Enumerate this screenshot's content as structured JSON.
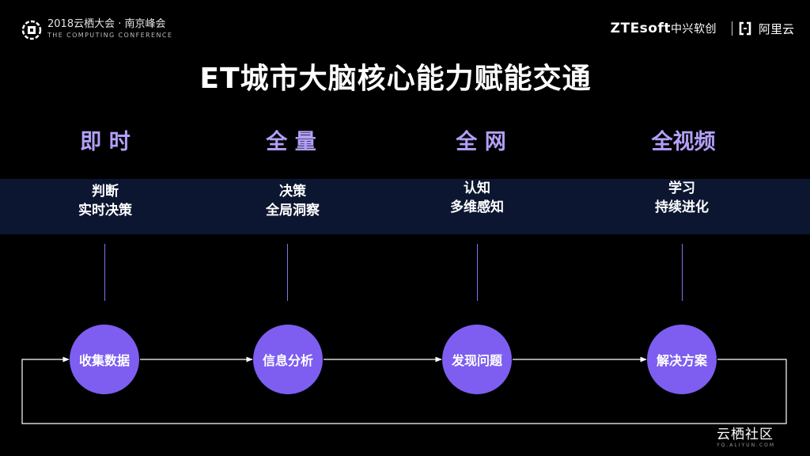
{
  "header": {
    "conference_line1": "2018云栖大会 · 南京峰会",
    "conference_line2": "THE COMPUTING CONFERENCE",
    "brand_zte_latin": "ZTEsoft",
    "brand_zte_cn": "中兴软创",
    "brand_ali": "阿里云"
  },
  "title": "ET城市大脑核心能力赋能交通",
  "capabilities": [
    {
      "heading": "即 时",
      "line1": "判断",
      "line2": "实时决策"
    },
    {
      "heading": "全 量",
      "line1": "决策",
      "line2": "全局洞察"
    },
    {
      "heading": "全 网",
      "line1": "认知",
      "line2": "多维感知"
    },
    {
      "heading": "全视频",
      "line1": "学习",
      "line2": "持续进化"
    }
  ],
  "cycle": [
    {
      "label": "收集数据"
    },
    {
      "label": "信息分析"
    },
    {
      "label": "发现问题"
    },
    {
      "label": "解决方案"
    }
  ],
  "watermark": {
    "cn": "云栖社区",
    "en": "YQ.ALIYUN.COM"
  },
  "colors": {
    "background": "#000000",
    "band": "#0c1630",
    "accent_purple": "#7d5ef0",
    "heading_lavender": "#b39ff7"
  }
}
